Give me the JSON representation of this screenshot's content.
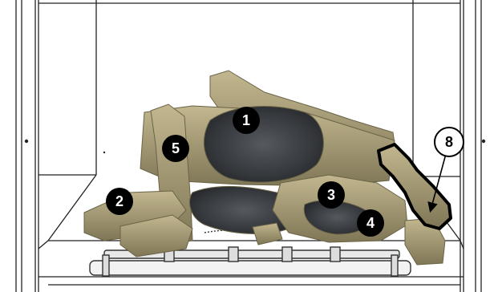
{
  "callouts": [
    {
      "id": "1",
      "label": "1",
      "style": "filled"
    },
    {
      "id": "2",
      "label": "2",
      "style": "filled"
    },
    {
      "id": "3",
      "label": "3",
      "style": "filled"
    },
    {
      "id": "4",
      "label": "4",
      "style": "filled"
    },
    {
      "id": "5",
      "label": "5",
      "style": "filled"
    },
    {
      "id": "8",
      "label": "8",
      "style": "outlined"
    }
  ],
  "colors": {
    "badge_fill": "#000000",
    "badge_text": "#ffffff",
    "outline": "#000000",
    "log_light": "#a59c74",
    "log_dark": "#3b3d40",
    "frame": "#222222"
  },
  "icons": [
    "fireplace-frame",
    "log-set",
    "burner-grate",
    "callout-arrow"
  ]
}
